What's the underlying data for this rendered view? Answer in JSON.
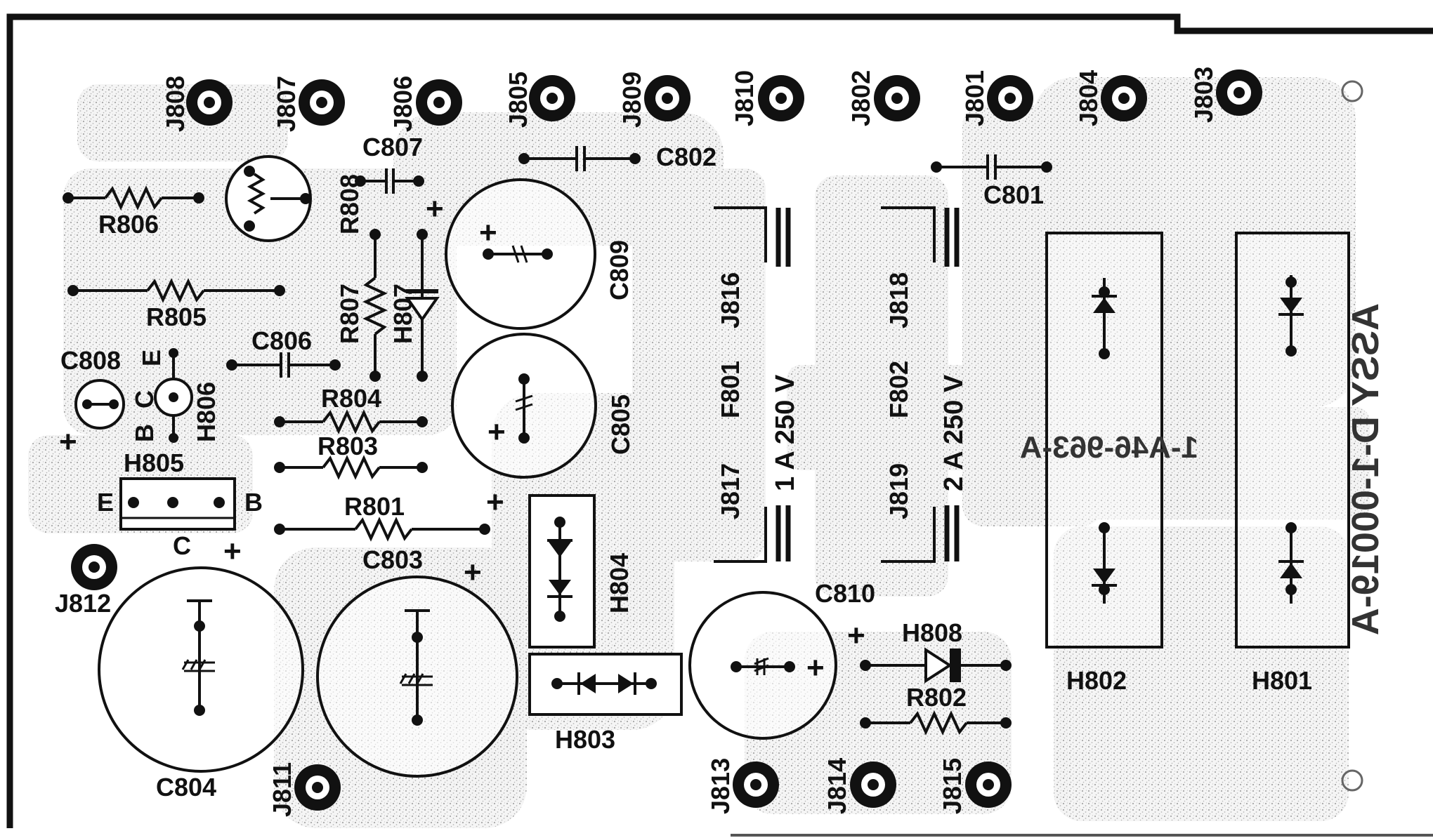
{
  "labels": {
    "j808": "J808",
    "j807": "J807",
    "j806": "J806",
    "j805": "J805",
    "j809": "J809",
    "j810": "J810",
    "j802": "J802",
    "j801": "J801",
    "j804": "J804",
    "j803": "J803",
    "j811": "J811",
    "j812": "J812",
    "j813": "J813",
    "j814": "J814",
    "j815": "J815",
    "j816": "J816",
    "j817": "J817",
    "j818": "J818",
    "j819": "J819",
    "c801": "C801",
    "c802": "C802",
    "c803": "C803",
    "c804": "C804",
    "c805": "C805",
    "c806": "C806",
    "c807": "C807",
    "c808": "C808",
    "c809": "C809",
    "c810": "C810",
    "r801": "R801",
    "r802": "R802",
    "r803": "R803",
    "r804": "R804",
    "r805": "R805",
    "r806": "R806",
    "r807": "R807",
    "r808": "R808",
    "h801": "H801",
    "h802": "H802",
    "h803": "H803",
    "h804": "H804",
    "h805": "H805",
    "h806": "H806",
    "h807": "H807",
    "h808": "H808",
    "f801": "F801",
    "f802": "F802",
    "pin_e": "E",
    "pin_b": "B",
    "pin_c": "C",
    "pin_e2": "E",
    "pin_c2": "C",
    "pin_b2": "B",
    "plus": "+"
  },
  "fuses": {
    "f801_rating": "1 A  250 V",
    "f802_rating": "2 A  250 V"
  },
  "silkscreen": {
    "part_number": "1-A46-963-A",
    "board_name": "ASSY D-1-00019-A"
  },
  "colors": {
    "ink": "#111111",
    "background": "#ffffff",
    "copper_stipple": "#b8b8b8"
  }
}
